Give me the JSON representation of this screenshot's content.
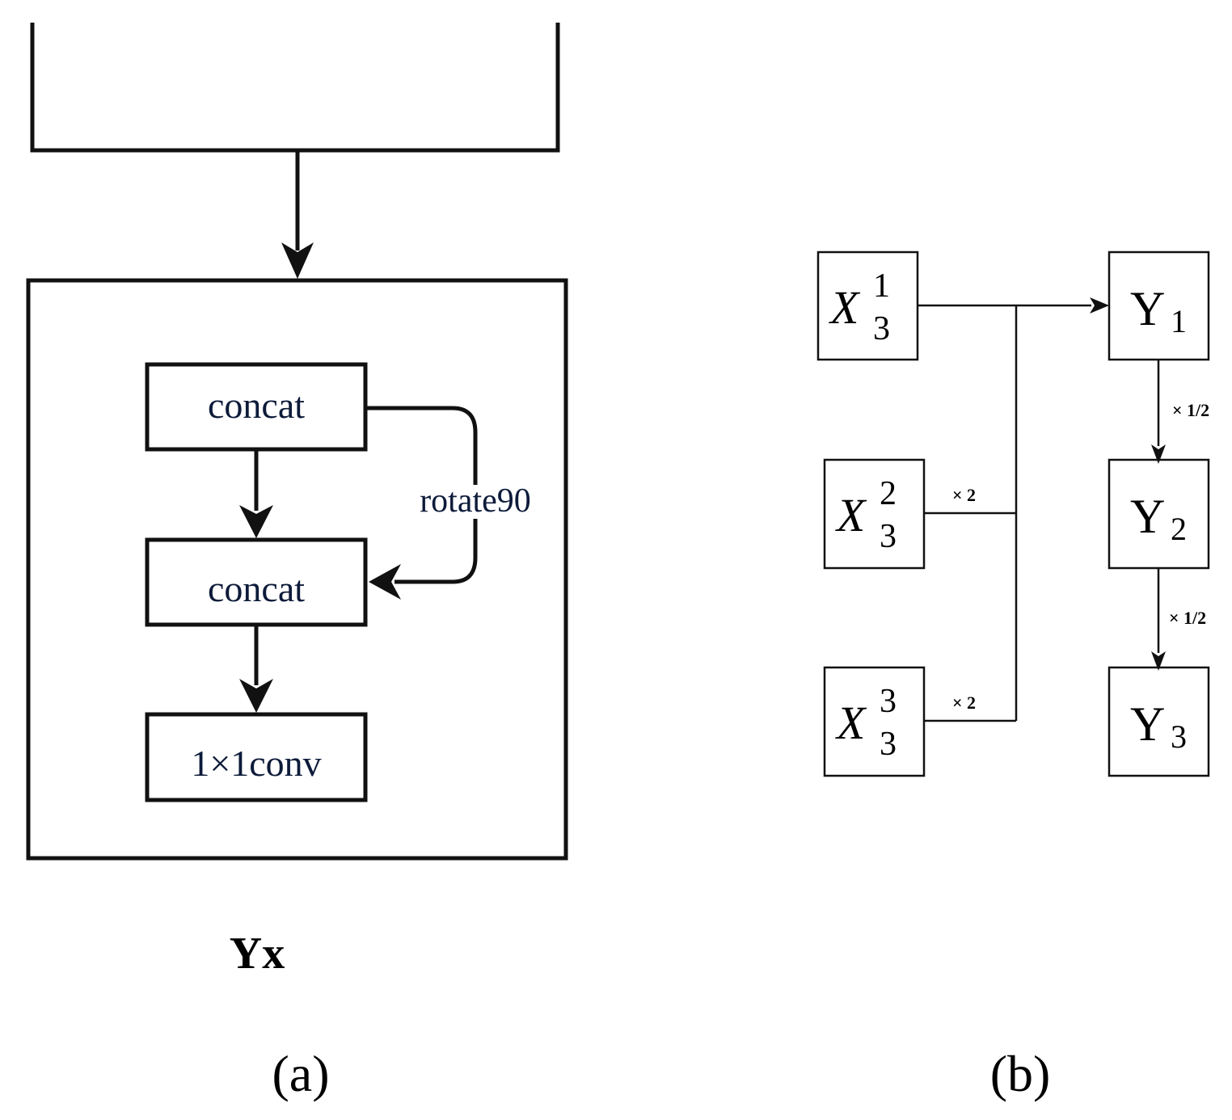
{
  "panel_a": {
    "box1": "concat",
    "box2": "concat",
    "box3": "1×1conv",
    "side_label": "rotate90",
    "output_label": "Yx",
    "caption": "(a)"
  },
  "panel_b": {
    "x_nodes": [
      {
        "base": "X",
        "sup": "1",
        "sub": "3"
      },
      {
        "base": "X",
        "sup": "2",
        "sub": "3"
      },
      {
        "base": "X",
        "sup": "3",
        "sub": "3"
      }
    ],
    "y_nodes": [
      {
        "base": "Y",
        "sub": "1"
      },
      {
        "base": "Y",
        "sub": "2"
      },
      {
        "base": "Y",
        "sub": "3"
      }
    ],
    "x_scale_labels": [
      "× 2",
      "× 2"
    ],
    "y_scale_labels": [
      "× 1/2",
      "× 1/2"
    ],
    "caption": "(b)"
  }
}
